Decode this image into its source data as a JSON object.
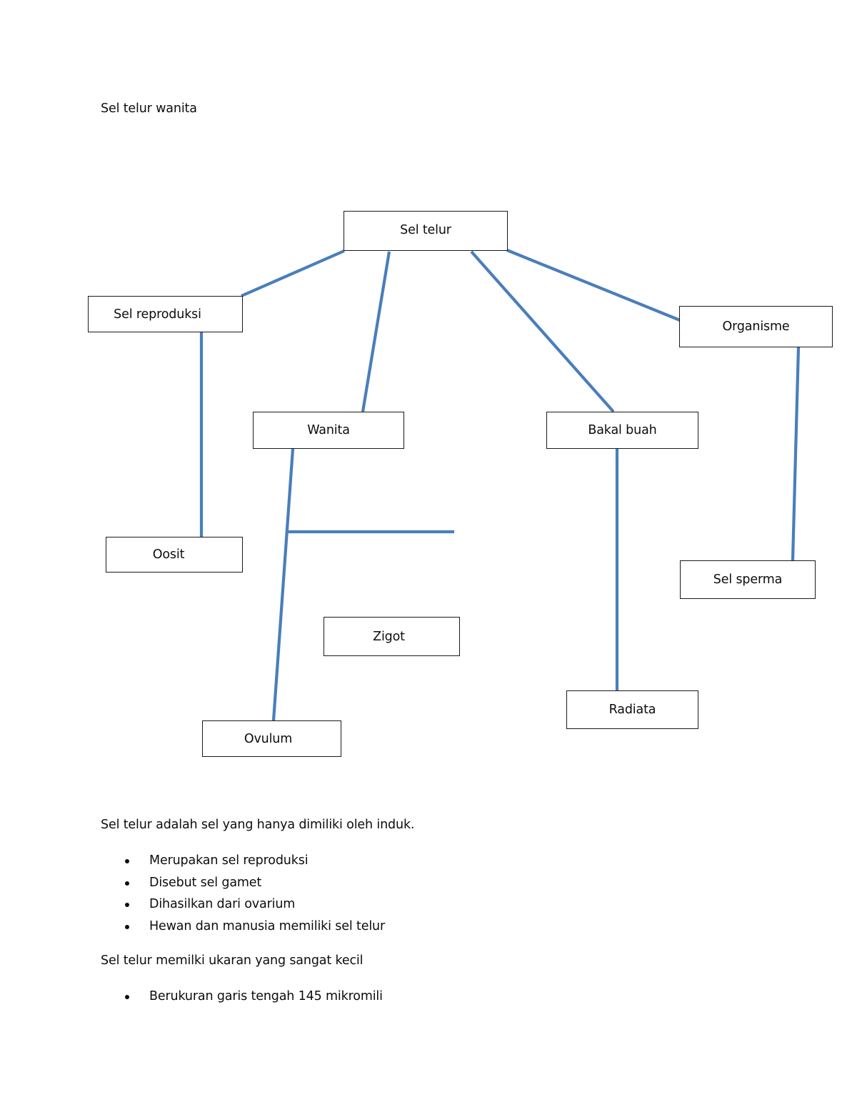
{
  "document": {
    "heading": "Sel telur wanita",
    "paragraph_1": "Sel telur adalah sel yang hanya dimiliki oleh induk.",
    "paragraph_2": "Sel telur memilki ukaran yang sangat kecil",
    "bullets_1": [
      "Merupakan sel reproduksi",
      "Disebut sel gamet",
      "Dihasilkan dari ovarium",
      "Hewan dan manusia memiliki sel telur"
    ],
    "bullets_2": [
      "Berukuran garis tengah 145 mikromili"
    ]
  },
  "diagram": {
    "type": "concept-map",
    "connector_color": "#4a7ebb",
    "node_border_color": "#1a1a1a",
    "nodes": [
      {
        "id": "sel-telur",
        "label": "Sel telur"
      },
      {
        "id": "sel-reproduksi",
        "label": "Sel reproduksi"
      },
      {
        "id": "organisme",
        "label": "Organisme"
      },
      {
        "id": "wanita",
        "label": "Wanita"
      },
      {
        "id": "bakal-buah",
        "label": "Bakal buah"
      },
      {
        "id": "oosit",
        "label": "Oosit"
      },
      {
        "id": "sel-sperma",
        "label": "Sel sperma"
      },
      {
        "id": "zigot",
        "label": "Zigot"
      },
      {
        "id": "radiata",
        "label": "Radiata"
      },
      {
        "id": "ovulum",
        "label": "Ovulum"
      }
    ],
    "edges": [
      {
        "from": "sel-telur",
        "to": "sel-reproduksi"
      },
      {
        "from": "sel-telur",
        "to": "wanita"
      },
      {
        "from": "sel-telur",
        "to": "bakal-buah"
      },
      {
        "from": "sel-telur",
        "to": "organisme"
      },
      {
        "from": "sel-reproduksi",
        "to": "oosit"
      },
      {
        "from": "wanita",
        "to": "ovulum"
      },
      {
        "from": "wanita",
        "to": "branch-stub"
      },
      {
        "from": "bakal-buah",
        "to": "radiata"
      },
      {
        "from": "organisme",
        "to": "sel-sperma"
      }
    ]
  }
}
